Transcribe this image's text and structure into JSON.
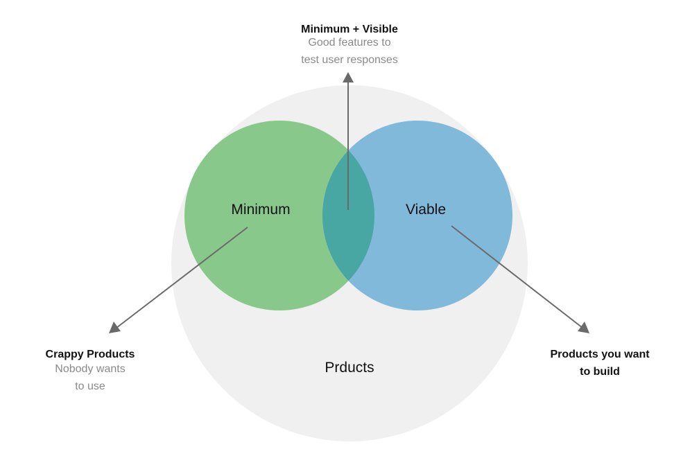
{
  "diagram": {
    "outer_circle": {
      "label": "Prducts",
      "color": "#f0f0f0"
    },
    "left_circle": {
      "label": "Minimum",
      "color": "#88c98b"
    },
    "right_circle": {
      "label": "Viable",
      "color": "#80b9da"
    },
    "overlap_color": "#48a6a3",
    "arrow_color": "#6a6a6a",
    "callouts": {
      "top": {
        "title": "Minimum + Visible",
        "lines": [
          "Good features to",
          "test user responses"
        ]
      },
      "left": {
        "title": "Crappy Products",
        "lines": [
          "Nobody wants",
          "to use"
        ]
      },
      "right": {
        "title_lines": [
          "Products you want",
          "to build"
        ]
      }
    }
  }
}
